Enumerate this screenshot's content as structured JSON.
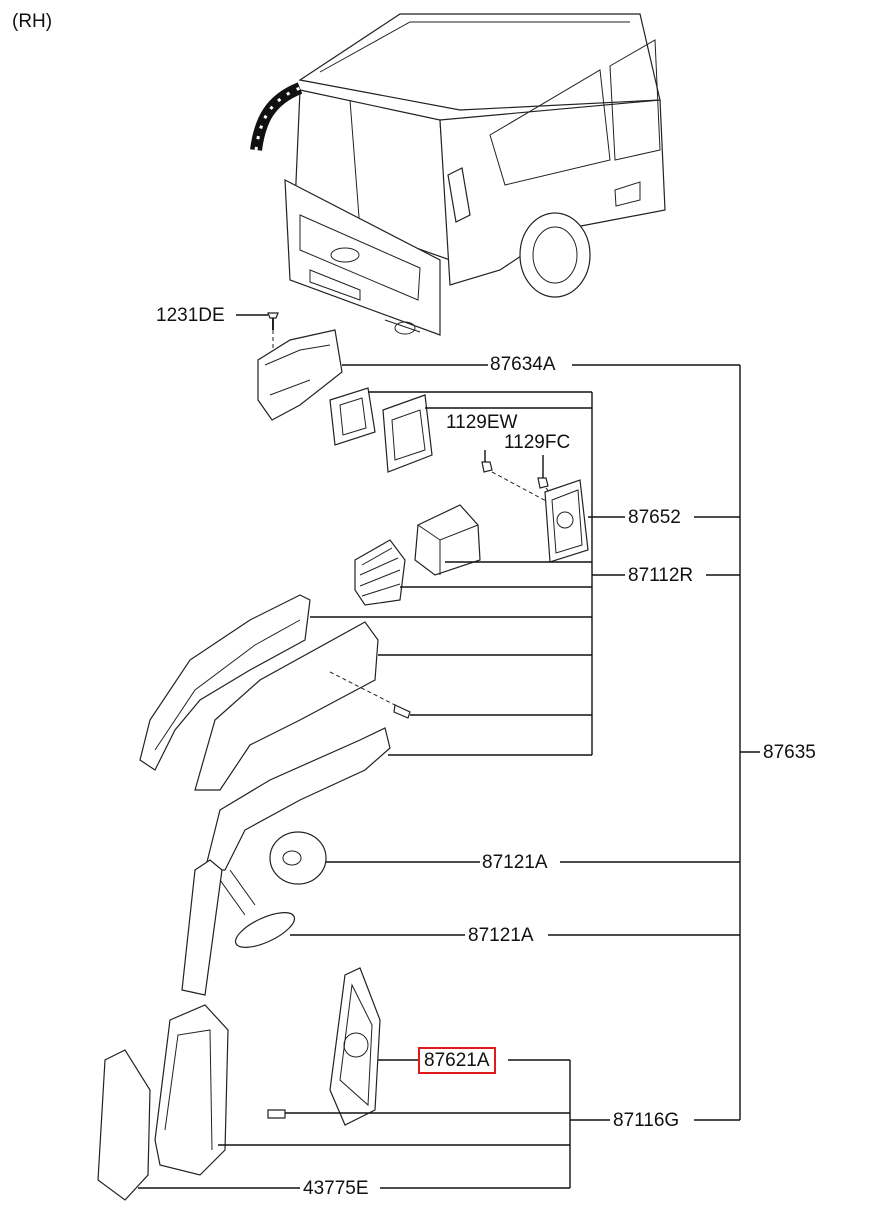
{
  "header": {
    "side": "(RH)"
  },
  "parts": {
    "p1231DE": "1231DE",
    "p87634A": "87634A",
    "p1129EW": "1129EW",
    "p1129FC": "1129FC",
    "p87652": "87652",
    "p87112R": "87112R",
    "p87635": "87635",
    "p87121A_1": "87121A",
    "p87121A_2": "87121A",
    "p87621A": "87621A",
    "p87116G": "87116G",
    "p43775E": "43775E"
  },
  "highlight": {
    "color": "#e0191a",
    "part": "87621A"
  }
}
